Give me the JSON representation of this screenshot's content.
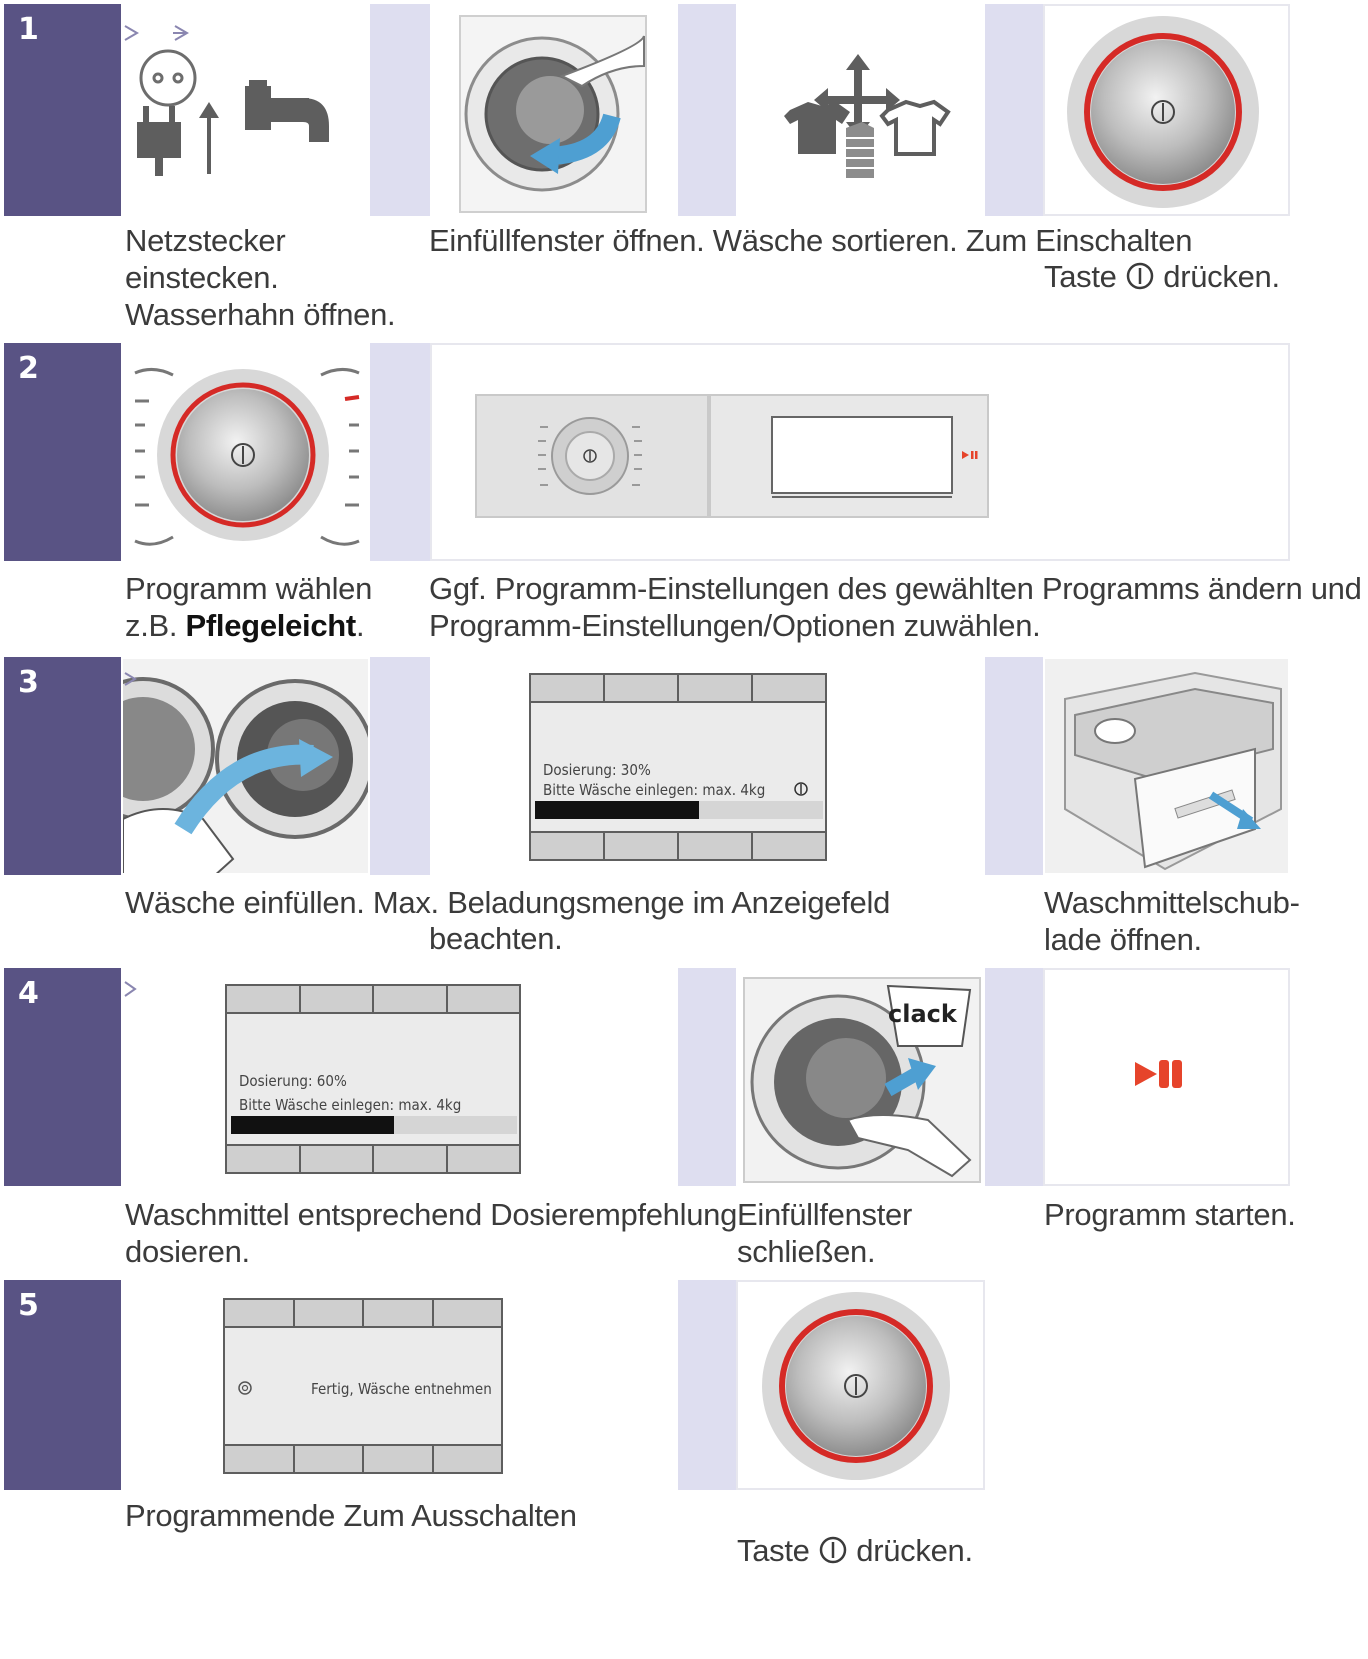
{
  "steps": [
    {
      "number": "1"
    },
    {
      "number": "2"
    },
    {
      "number": "3"
    },
    {
      "number": "4"
    },
    {
      "number": "5"
    }
  ],
  "captions": {
    "s1_a": [
      "Netzstecker",
      "einstecken.",
      "Wasserhahn öffnen."
    ],
    "s1_b_line1": "Einfüllfenster öffnen. Wäsche sortieren. Zum Einschalten",
    "s1_b_line2_pre": "Taste",
    "s1_b_line2_post": "drücken.",
    "s2_a_line1": "Programm wählen",
    "s2_a_line2_pre": "z.B.",
    "s2_a_line2_bold": "Pflegeleicht",
    "s2_a_line2_post": ".",
    "s2_b": [
      "Ggf. Programm-Einstellungen des gewählten Programms ändern und",
      "Programm-Einstellungen/Optionen zuwählen."
    ],
    "s3_a": [
      "Wäsche einfüllen. Max. Beladungsmenge im Anzeigefeld",
      "beachten."
    ],
    "s3_b": [
      "Waschmittelschub-",
      "lade öffnen."
    ],
    "s4_a": [
      "Waschmittel entsprechend Dosierempfehlung",
      "dosieren."
    ],
    "s4_b": [
      "Einfüllfenster",
      "schließen."
    ],
    "s4_c": "Programm starten.",
    "s5_a": "Programmende Zum Ausschalten",
    "s5_b_pre": "Taste",
    "s5_b_post": "drücken."
  },
  "displays": {
    "d3": {
      "line1": "Dosierung: 30%",
      "line2": "Bitte Wäsche einlegen: max. 4kg",
      "progress": 0.57
    },
    "d4": {
      "line1": "Dosierung: 60%",
      "line2": "Bitte Wäsche einlegen: max. 4kg",
      "progress": 0.57
    },
    "d5": {
      "line1": "Fertig, Wäsche entnehmen"
    }
  },
  "illustration_text": {
    "clack": "clack"
  },
  "icons": {
    "power": "power-icon",
    "start_pause": "start-pause-icon",
    "plug": "plug-icon",
    "tap": "water-tap-icon",
    "laundry": "laundry-sort-icon"
  },
  "colors": {
    "step_number_bg": "#595384",
    "accent_strip": "#dedef0",
    "ring_red": "#d52a26",
    "arrow_blue": "#4e9fd2",
    "start_red": "#e6442b"
  }
}
